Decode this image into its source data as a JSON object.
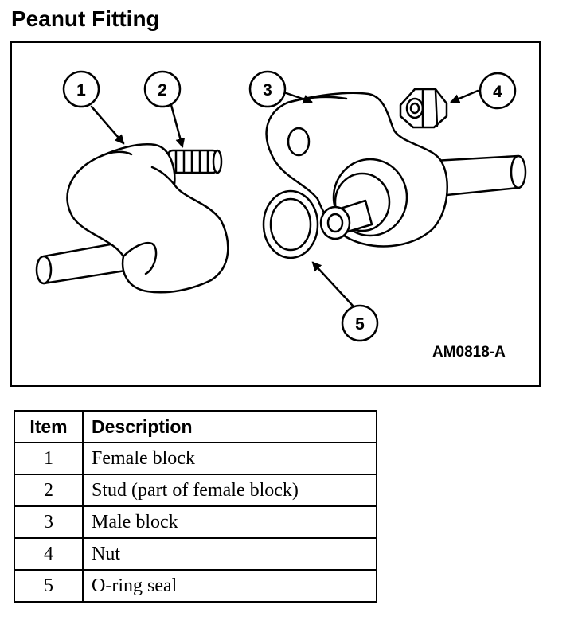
{
  "title": "Peanut Fitting",
  "figure": {
    "id": "AM0818-A",
    "callouts": [
      "1",
      "2",
      "3",
      "4",
      "5"
    ]
  },
  "legend": {
    "headers": {
      "item": "Item",
      "description": "Description"
    },
    "rows": [
      {
        "item": "1",
        "description": "Female block"
      },
      {
        "item": "2",
        "description": "Stud (part of female block)"
      },
      {
        "item": "3",
        "description": "Male block"
      },
      {
        "item": "4",
        "description": "Nut"
      },
      {
        "item": "5",
        "description": "O-ring seal"
      }
    ]
  }
}
